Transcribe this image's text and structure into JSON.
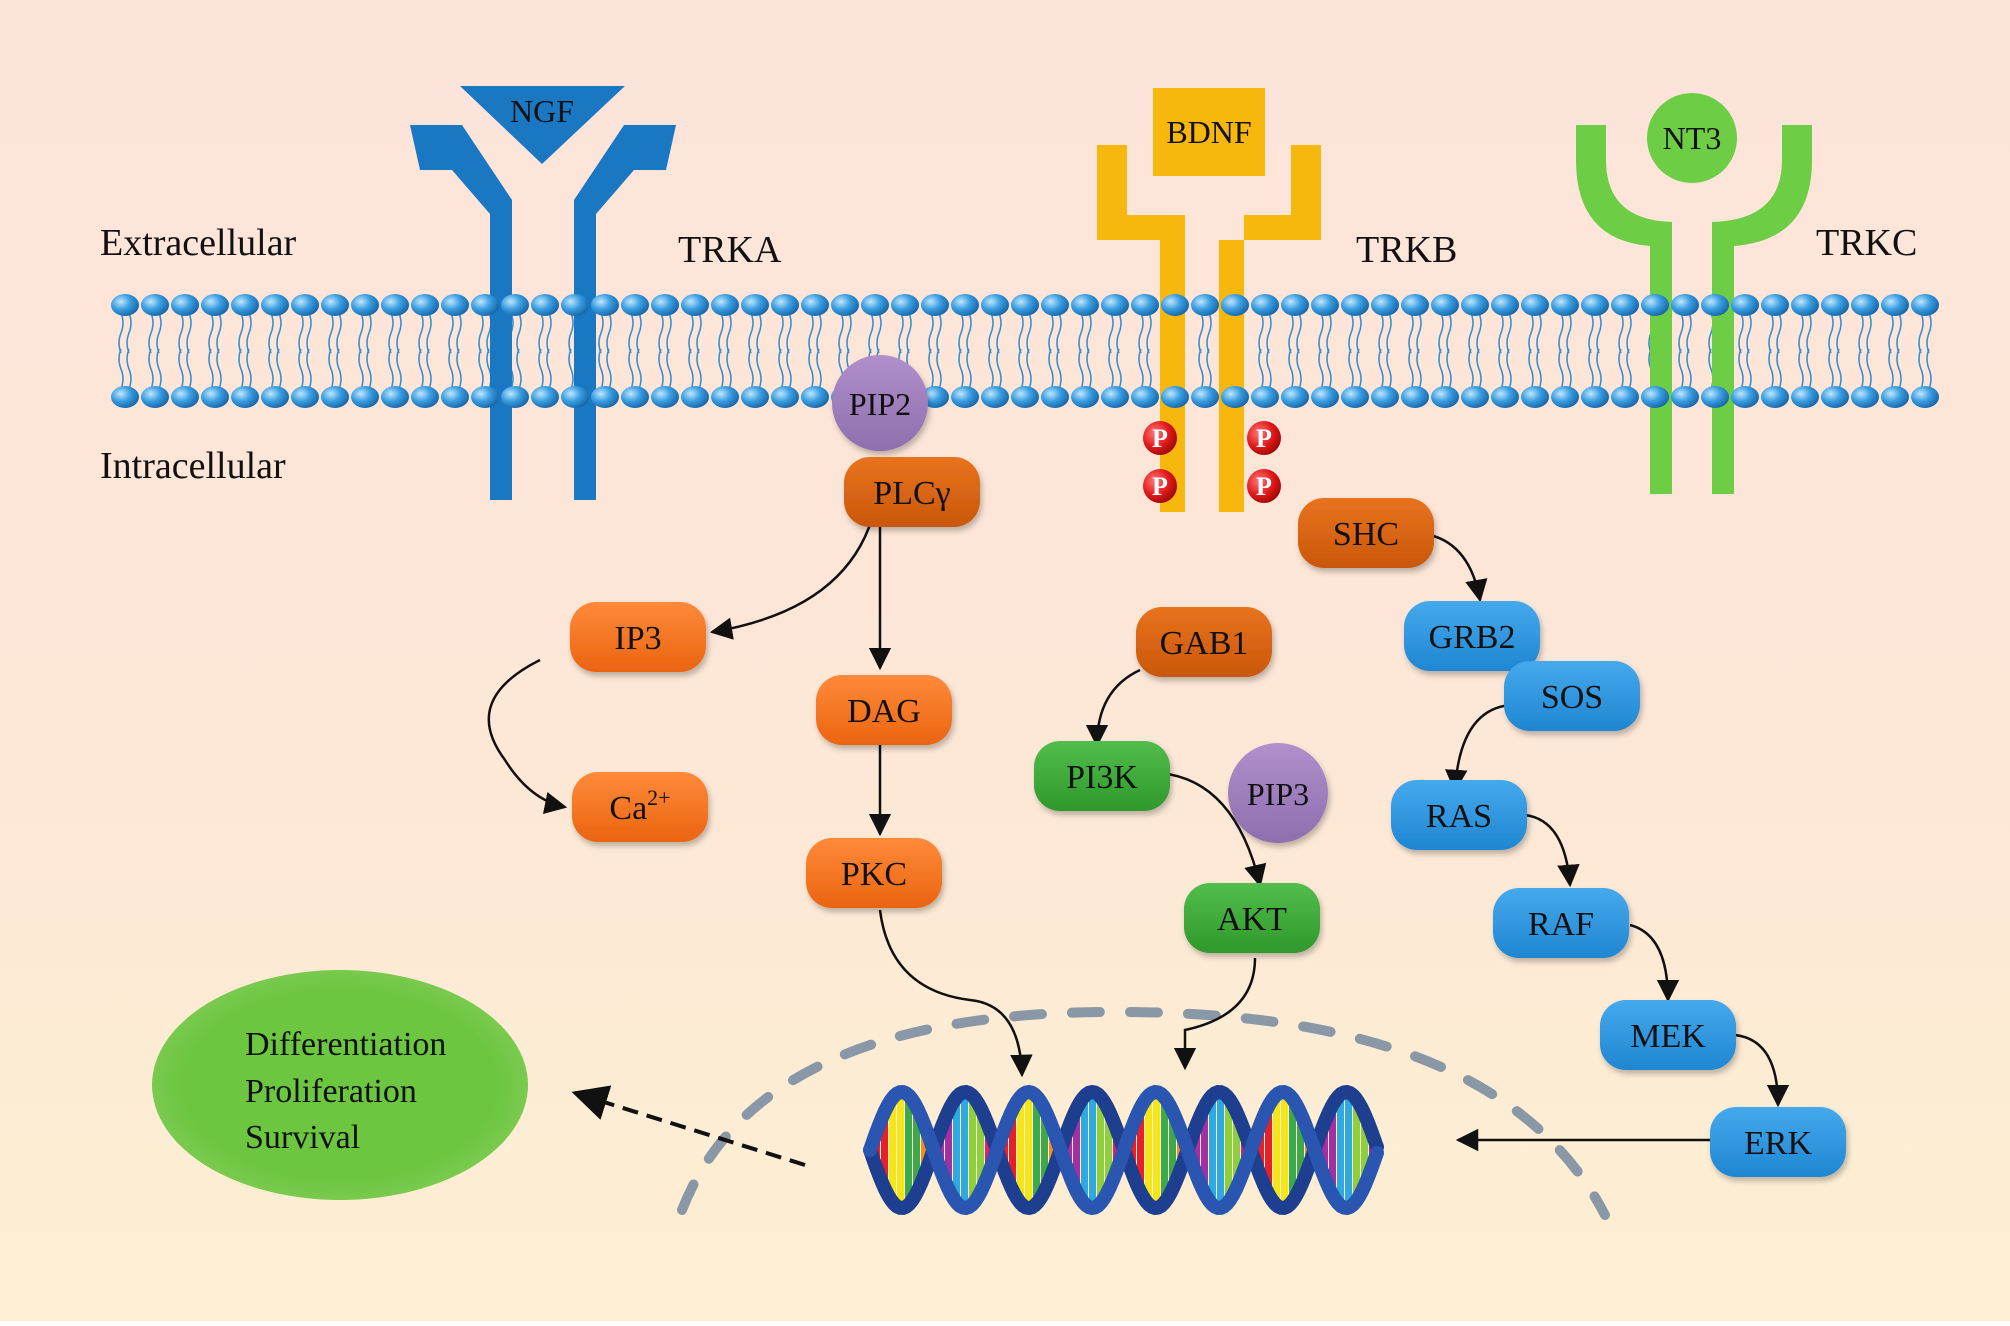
{
  "compartments": {
    "extracellular": "Extracellular",
    "intracellular": "Intracellular"
  },
  "receptors": {
    "trka": "TRKA",
    "trkb": "TRKB",
    "trkc": "TRKC"
  },
  "ligands": {
    "ngf": "NGF",
    "bdnf": "BDNF",
    "nt3": "NT3"
  },
  "phospho_label": "P",
  "nodes": {
    "pip2": "PIP2",
    "plcg": "PLCγ",
    "ip3": "IP3",
    "ca_base": "Ca",
    "ca_sup": "2+",
    "dag": "DAG",
    "pkc": "PKC",
    "gab1": "GAB1",
    "pi3k": "PI3K",
    "pip3": "PIP3",
    "akt": "AKT",
    "shc": "SHC",
    "grb2": "GRB2",
    "sos": "SOS",
    "ras": "RAS",
    "raf": "RAF",
    "mek": "MEK",
    "erk": "ERK"
  },
  "outcomes": {
    "line1": "Differentiation",
    "line2": "Proliferation",
    "line3": "Survival"
  },
  "colors": {
    "trka_blue": "#1a78c2",
    "bdnf_yellow": "#f7b70c",
    "trkc_green": "#6dcd44",
    "orange_node": "#f2711f",
    "dark_orange_node": "#d8600f",
    "blue_node": "#2b97e0",
    "green_node": "#3ea93a",
    "purple_node": "#a07fbd",
    "outcome_green": "#6cc640",
    "phospho_red": "#e02020"
  }
}
